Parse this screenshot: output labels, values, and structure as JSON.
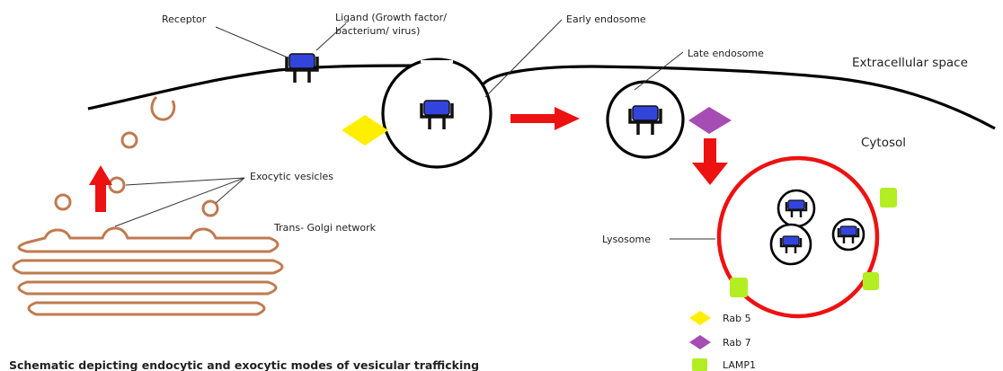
{
  "labels": {
    "receptor": "Receptor",
    "ligand_line1": "Ligand (Growth factor/",
    "ligand_line2": "bacterium/ virus)",
    "early_endosome": "Early endosome",
    "late_endosome": "Late endosome",
    "extracellular": "Extracellular space",
    "cytosol": "Cytosol",
    "exocytic_vesicles": "Exocytic vesicles",
    "trans_golgi": "Trans- Golgi network",
    "lysosome": "Lysosome"
  },
  "legend": [
    {
      "label": "Rab 5",
      "shape": "diamond",
      "color": "#ffee00"
    },
    {
      "label": "Rab 7",
      "shape": "diamond",
      "color": "#a64db3"
    },
    {
      "label": "LAMP1",
      "shape": "square",
      "color": "#b2ee22"
    }
  ],
  "caption": "Schematic depicting endocytic and exocytic  modes of vesicular trafficking",
  "colors": {
    "membrane": "#000000",
    "ligand": "#3344dd",
    "vesicle": "#c07a50",
    "arrow": "#ee1111",
    "lysosome": "#ee1111"
  }
}
